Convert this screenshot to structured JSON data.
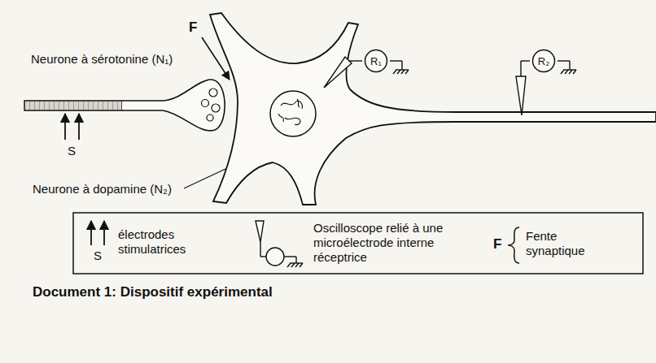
{
  "diagram": {
    "caption": "Document 1: Dispositif expérimental",
    "nodes": [
      {
        "text": [
          "R₁"
        ]
      },
      {
        "text": [
          "R₂"
        ]
      }
    ],
    "labels": [
      "F",
      "Neurone à sérotonine (N₁)",
      "S",
      "Neurone à dopamine (N₂)",
      "S",
      "F"
    ],
    "legend": [
      {
        "text": "électrodes stimulatrices"
      },
      {
        "text": "Oscilloscope relié à une microélectrode interne réceptrice"
      },
      {
        "text": "Fente synaptique"
      }
    ]
  }
}
